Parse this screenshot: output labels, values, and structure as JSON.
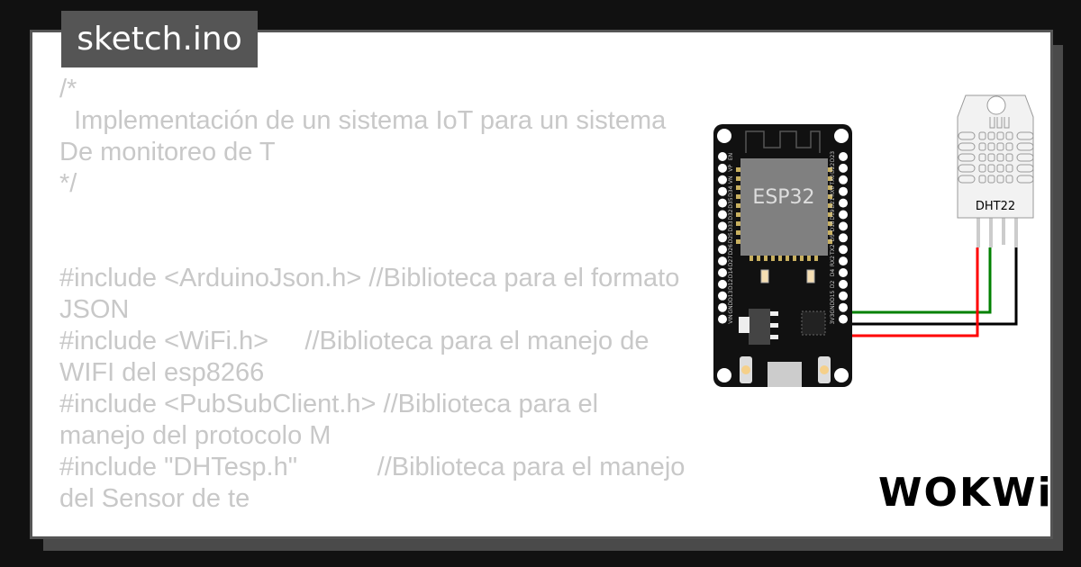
{
  "title": "sketch.ino",
  "code_lines": [
    "/*",
    "  Implementación de un sistema IoT para un sistema De monitoreo de T",
    "*/",
    "",
    "",
    "#include <ArduinoJson.h> //Biblioteca para el formato JSON",
    "#include <WiFi.h>     //Biblioteca para el manejo de WIFI del esp8266",
    "#include <PubSubClient.h> //Biblioteca para el manejo del protocolo M",
    "#include \"DHTesp.h\"           //Biblioteca para el manejo del Sensor de te"
  ],
  "esp32": {
    "label": "ESP32",
    "left_pins": [
      "EN",
      "VP",
      "VN",
      "D34",
      "D35",
      "D32",
      "D33",
      "D25",
      "D26",
      "D27",
      "D14",
      "D12",
      "D13",
      "GND",
      "VIN"
    ],
    "right_pins": [
      "D23",
      "D22",
      "TX0",
      "RX0",
      "D21",
      "D19",
      "D18",
      "D5",
      "TX2",
      "RX2",
      "D4",
      "D2",
      "D15",
      "GND",
      "3V3"
    ]
  },
  "dht22": {
    "label": "DHT22"
  },
  "wires": {
    "data": "#008000",
    "ground": "#000000",
    "power": "#ff0000"
  },
  "logo": "WOKWi"
}
